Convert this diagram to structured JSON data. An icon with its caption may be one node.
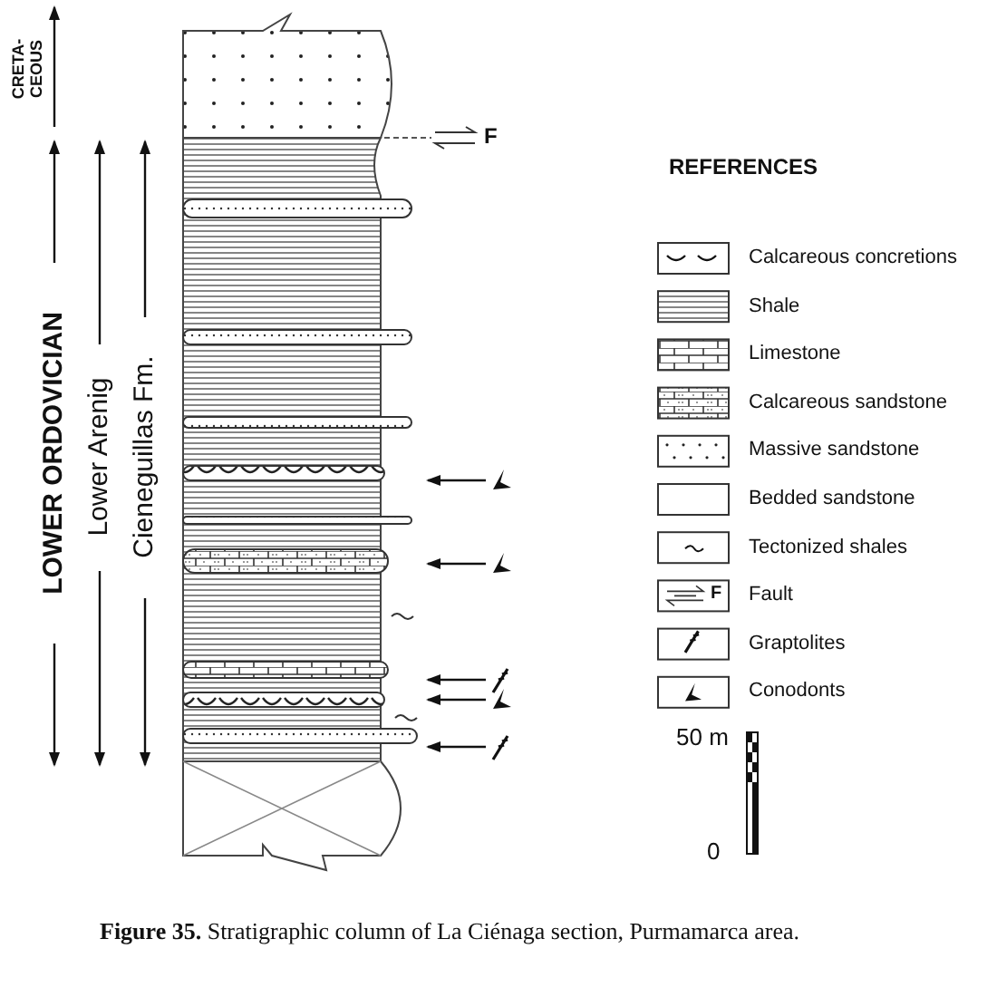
{
  "diagram": {
    "caption": "**Figure 35.** Stratigraphic column of La Ciénaga section, Purmamarca area.",
    "labels": [
      "CRETA- CEOUS",
      "LOWER ORDOVICIAN",
      "Lower Arenig",
      "Cieneguillas Fm.",
      "F",
      "REFERENCES",
      "F",
      "50 m",
      "0"
    ],
    "legend": [
      {
        "text": "Calcareous concretions"
      },
      {
        "text": "Shale"
      },
      {
        "text": "Limestone"
      },
      {
        "text": "Calcareous sandstone"
      },
      {
        "text": "Massive sandstone"
      },
      {
        "text": "Bedded sandstone"
      },
      {
        "text": "Tectonized shales"
      },
      {
        "text": "Fault"
      },
      {
        "text": "Graptolites"
      },
      {
        "text": "Conodonts"
      }
    ]
  }
}
